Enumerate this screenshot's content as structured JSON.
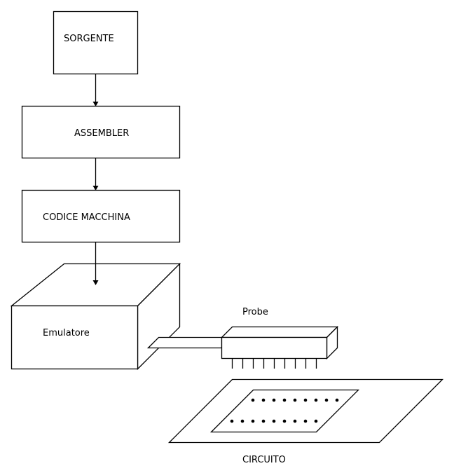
{
  "diagram": {
    "nodes": {
      "source": "SORGENTE",
      "assembler": "ASSEMBLER",
      "machine_code": "CODICE MACCHINA",
      "emulator": "Emulatore",
      "probe": "Probe",
      "circuit": "CIRCUITO"
    },
    "edges": [
      {
        "from": "SORGENTE",
        "to": "ASSEMBLER"
      },
      {
        "from": "ASSEMBLER",
        "to": "CODICE MACCHINA"
      },
      {
        "from": "CODICE MACCHINA",
        "to": "Emulatore"
      },
      {
        "from": "Emulatore",
        "to": "Probe",
        "type": "cable"
      }
    ],
    "probe_pins": 9,
    "chip_pins_per_row": 9,
    "chip_rows": 2
  }
}
